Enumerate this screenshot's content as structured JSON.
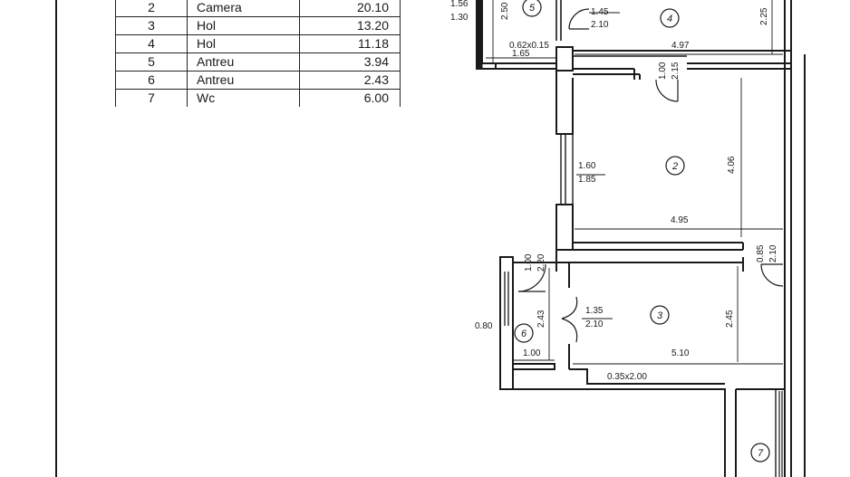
{
  "room_table": [
    {
      "nr": "2",
      "name": "Camera",
      "area": "20.10"
    },
    {
      "nr": "3",
      "name": "Hol",
      "area": "13.20"
    },
    {
      "nr": "4",
      "name": "Hol",
      "area": "11.18"
    },
    {
      "nr": "5",
      "name": "Antreu",
      "area": "3.94"
    },
    {
      "nr": "6",
      "name": "Antreu",
      "area": "2.43"
    },
    {
      "nr": "7",
      "name": "Wc",
      "area": "6.00"
    }
  ],
  "room_markers": {
    "r2": "2",
    "r3": "3",
    "r4": "4",
    "r5": "5",
    "r6": "6",
    "r7": "7"
  },
  "dimensions": {
    "d_156": "1.56",
    "d_130": "1.30",
    "d_250": "2.50",
    "d_145": "1.45",
    "d_210_top": "2.10",
    "d_225": "2.25",
    "d_165": "1.65",
    "d_062": "0.62x0.15",
    "d_497": "4.97",
    "d_100_top": "1.00",
    "d_215": "2.15",
    "d_160": "1.60",
    "d_185": "1.85",
    "d_406": "4.06",
    "d_495": "4.95",
    "d_085": "0.85",
    "d_210_right": "2.10",
    "d_100_left": "1.00",
    "d_220": "2.20",
    "d_243": "2.43",
    "d_135": "1.35",
    "d_210_mid": "2.10",
    "d_245": "2.45",
    "d_080": "0.80",
    "d_100_bottom": "1.00",
    "d_510": "5.10",
    "d_035": "0.35x2.00"
  },
  "colors": {
    "ink": "#1a1a1a",
    "paper": "#ffffff"
  }
}
